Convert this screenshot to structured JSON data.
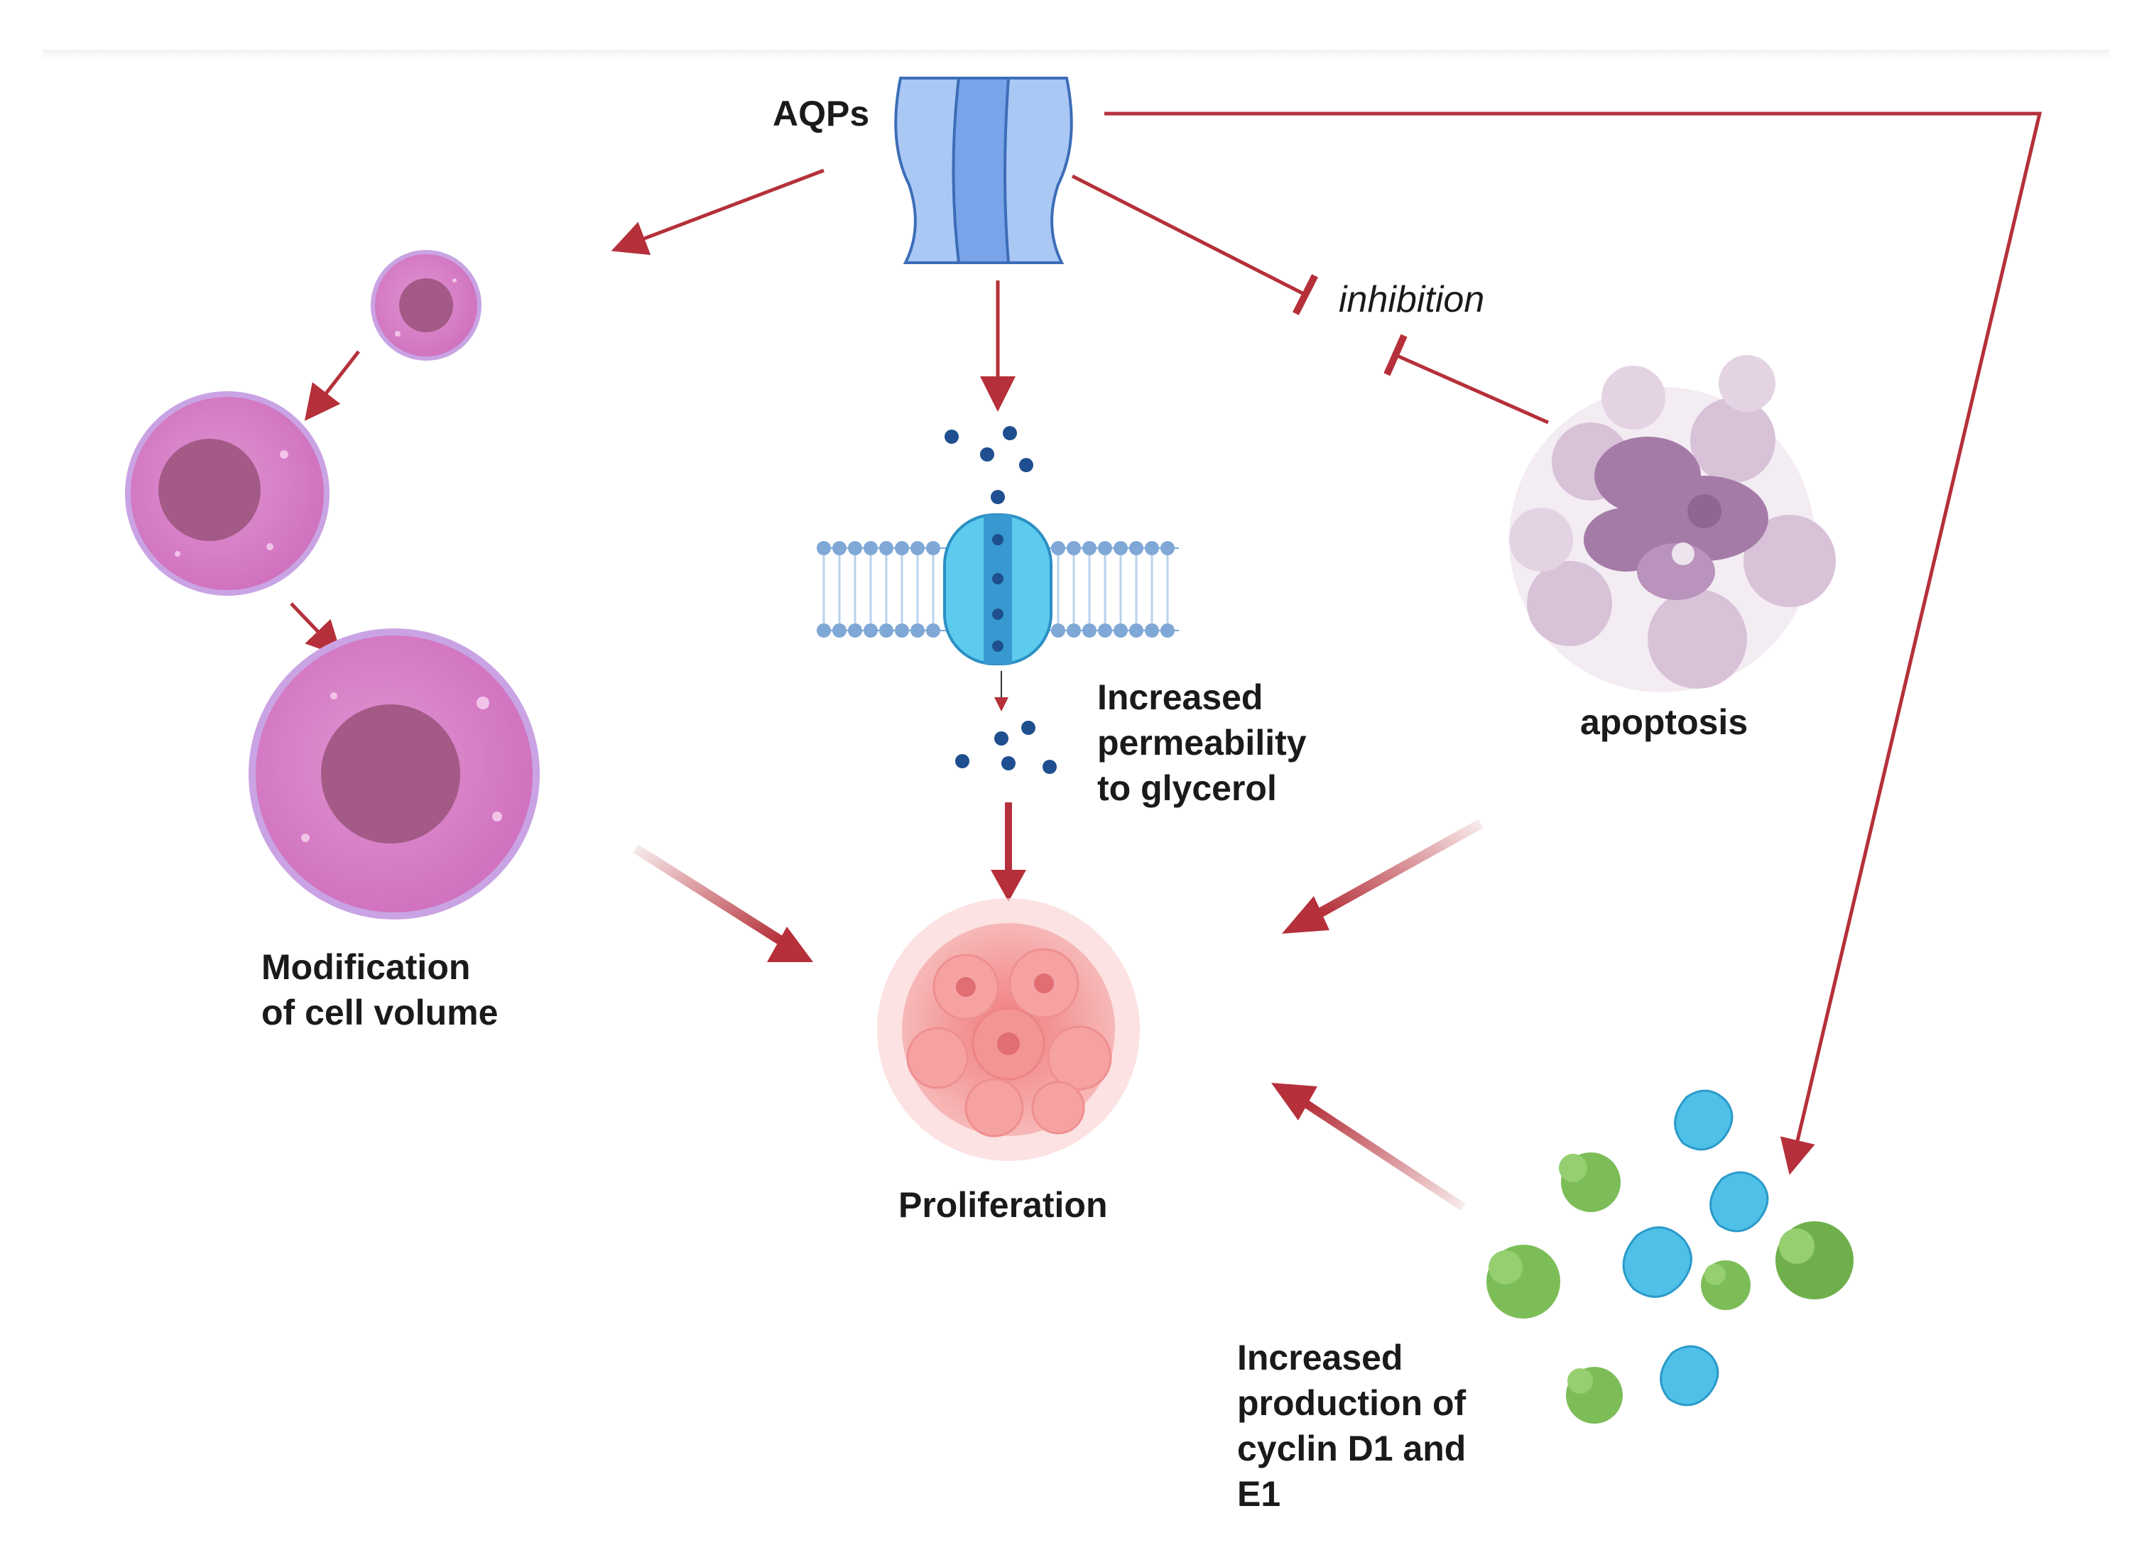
{
  "labels": {
    "aqps": "AQPs",
    "inhibition": "inhibition",
    "apoptosis": "apoptosis",
    "permeability": [
      "Increased",
      "permeability",
      "to glycerol"
    ],
    "cell_volume": [
      "Modification",
      "of cell volume"
    ],
    "proliferation": "Proliferation",
    "cyclin": [
      "Increased",
      "production of",
      "cyclin D1 and",
      "E1"
    ]
  },
  "colors": {
    "arrow": "#b5303a",
    "aqp_channel": "#8fb6ee",
    "cell_pink": "#d67ac4",
    "nucleus": "#a35a86",
    "apoptotic": "#a47ba6",
    "tumor": "#f0888a",
    "cyclin_green": "#7cbd58",
    "cyclin_blue": "#4fc0e8",
    "membrane": "#7fa8d6",
    "glycerol": "#1f4f8f"
  },
  "icons": [
    "aquaporin-channel-icon",
    "cell-icon",
    "apoptotic-cell-icon",
    "tumor-cluster-icon",
    "cyclin-protein-icon",
    "membrane-channel-icon"
  ]
}
